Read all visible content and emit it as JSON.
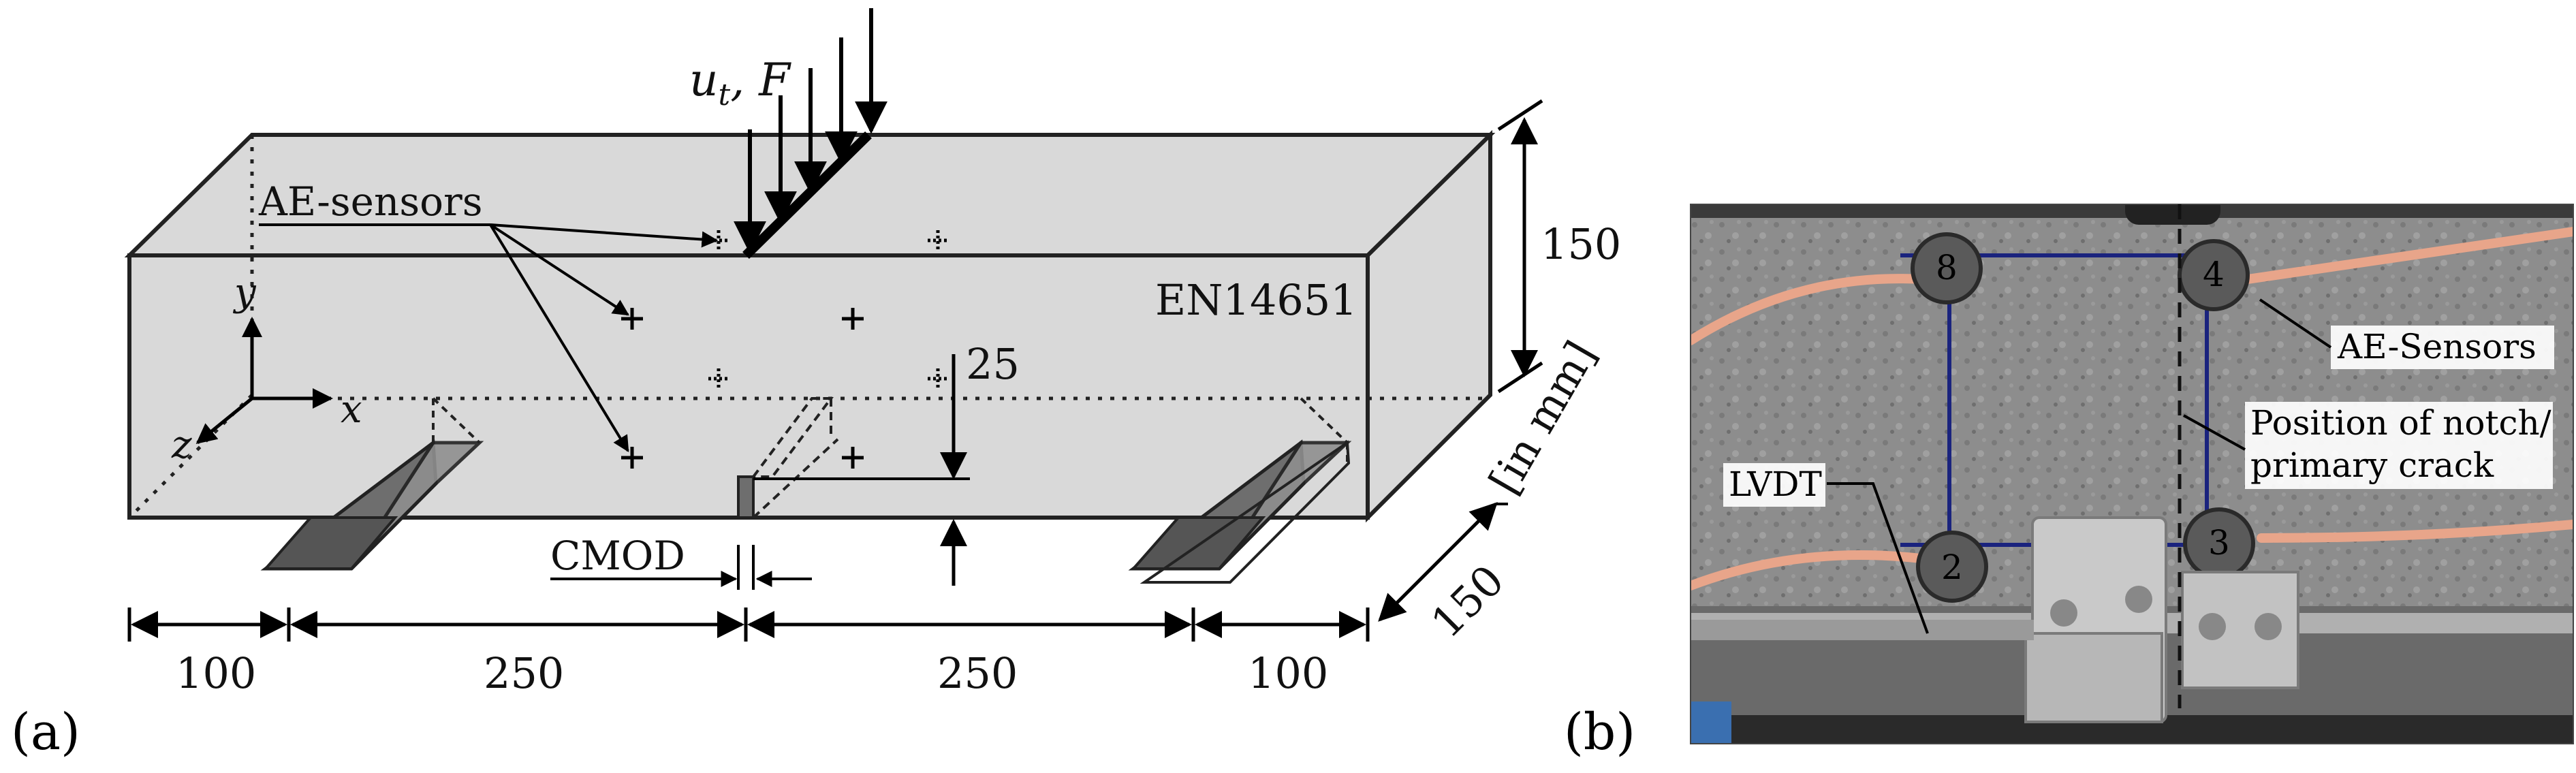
{
  "panel_a": {
    "letter": "(a)",
    "load_label": "u",
    "load_sub": "t",
    "load_force": ", F",
    "sensors_label": "AE-sensors",
    "standard_label": "EN14651",
    "cmod_label": "CMOD",
    "axis_x": "x",
    "axis_y": "y",
    "axis_z": "z",
    "height_dim": "150",
    "notch_dim": "25",
    "depth_dim": "150",
    "units_label": "[in mm]",
    "span_dims": [
      "100",
      "250",
      "250",
      "100"
    ]
  },
  "panel_b": {
    "letter": "(b)",
    "sensors_label": "AE-Sensors",
    "notch_label_line1": "Position of notch/",
    "notch_label_line2": "primary crack",
    "lvdt_label": "LVDT",
    "sensor_numbers": [
      "8",
      "4",
      "2",
      "3"
    ]
  },
  "colors": {
    "beam_fill": "#d9d9d9",
    "support_fill": "#6e6e6e",
    "photo_concrete": "#8c8c8c",
    "cable": "#e8a58a"
  }
}
